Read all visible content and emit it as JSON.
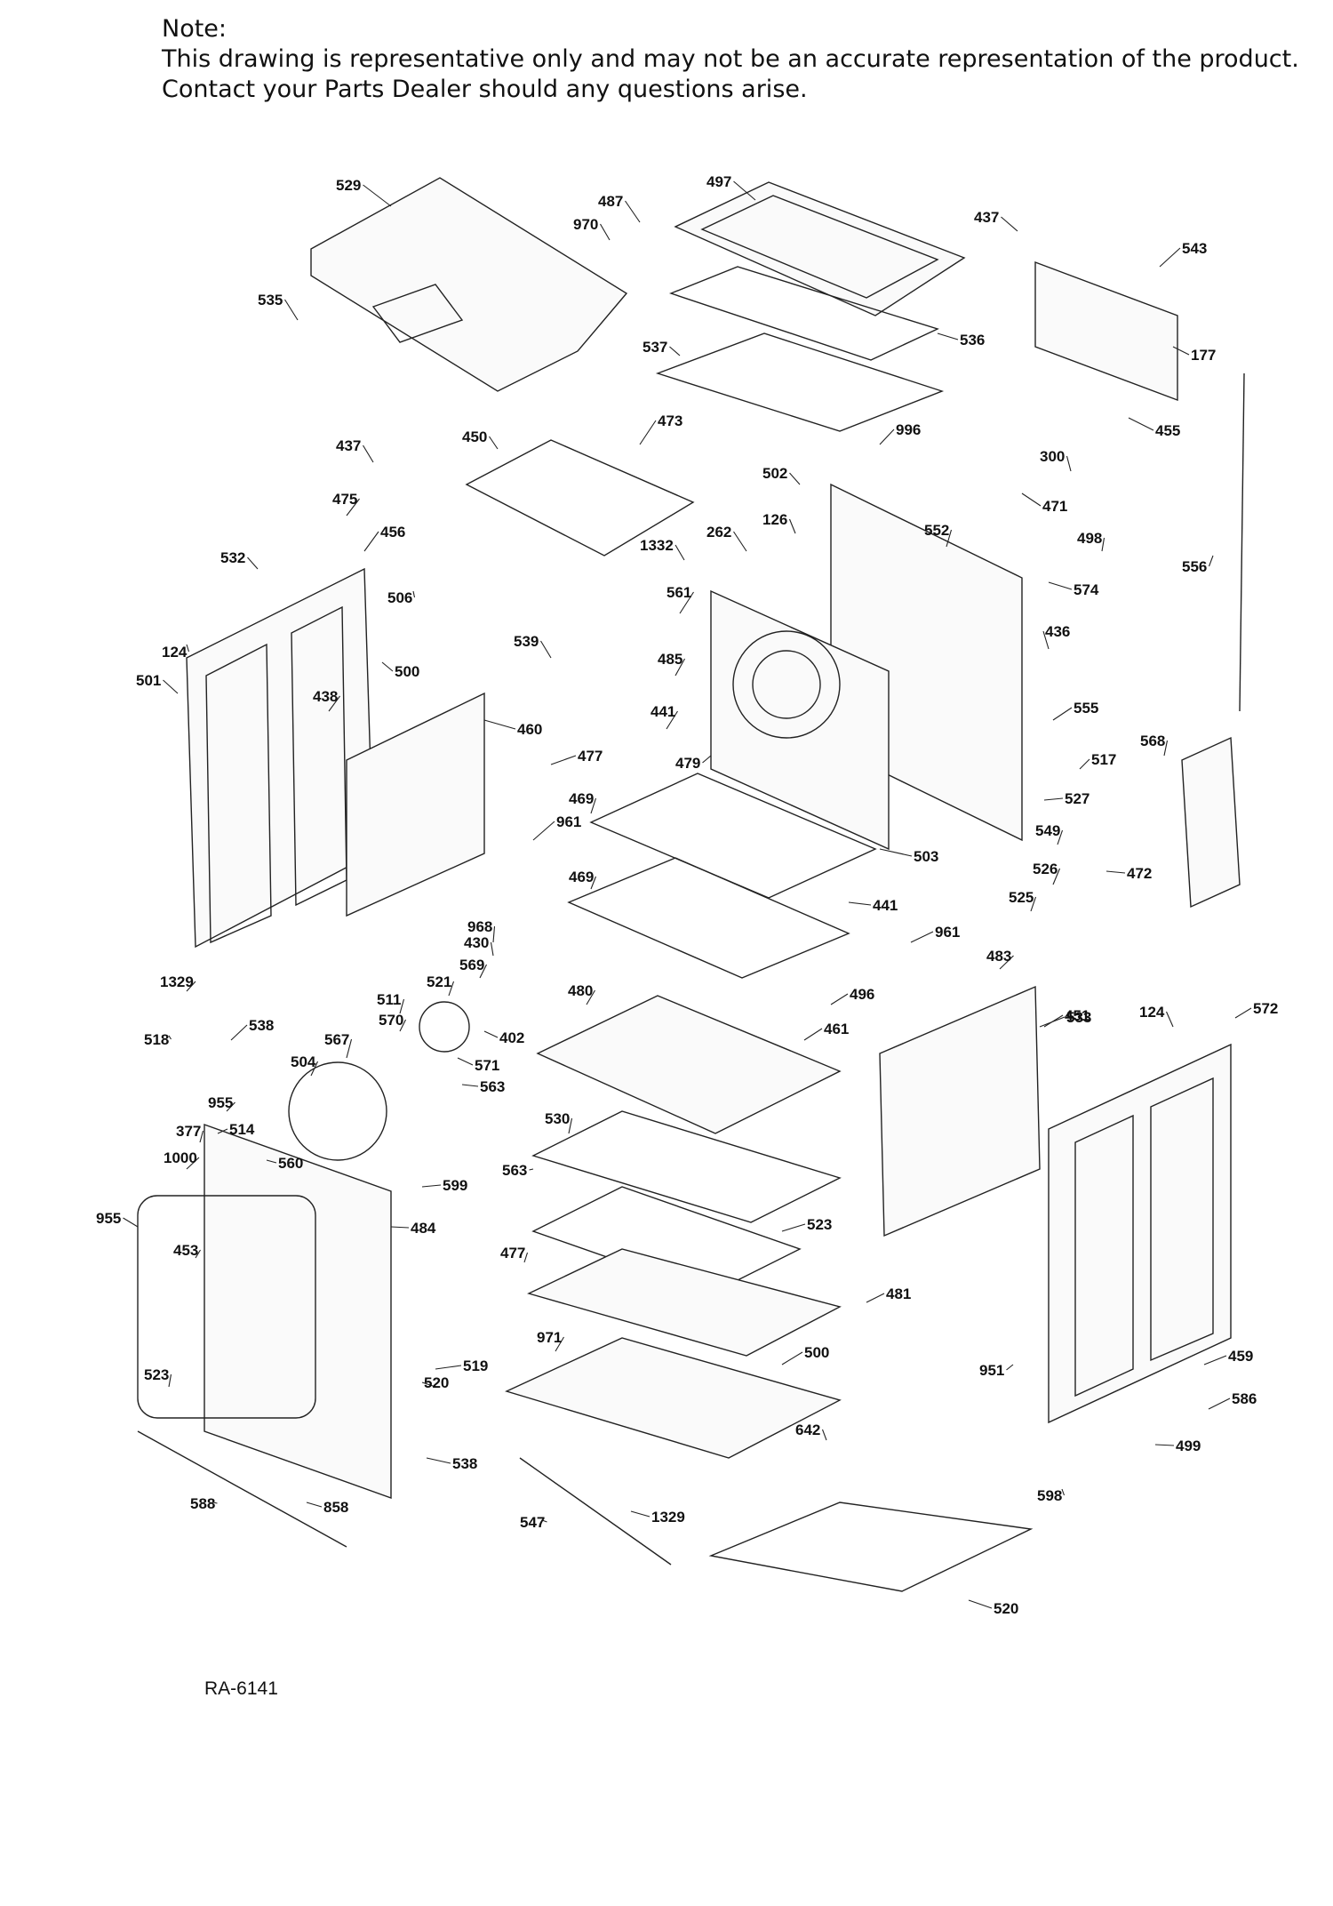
{
  "note": {
    "heading": "Note:",
    "line1": "This drawing is representative only and may not be an accurate representation of the product.",
    "line2": "Contact your Parts Dealer should any questions arise."
  },
  "diagram_code": "RA-6141",
  "callouts": [
    "529",
    "487",
    "970",
    "497",
    "437",
    "543",
    "535",
    "536",
    "537",
    "177",
    "455",
    "473",
    "450",
    "437",
    "996",
    "502",
    "300",
    "471",
    "475",
    "456",
    "532",
    "126",
    "552",
    "498",
    "262",
    "1332",
    "574",
    "556",
    "506",
    "561",
    "124",
    "501",
    "500",
    "438",
    "539",
    "485",
    "436",
    "555",
    "460",
    "441",
    "477",
    "479",
    "568",
    "517",
    "527",
    "961",
    "469",
    "503",
    "549",
    "472",
    "526",
    "469",
    "441",
    "961",
    "525",
    "968",
    "430",
    "569",
    "521",
    "483",
    "496",
    "1329",
    "511",
    "518",
    "538",
    "570",
    "402",
    "480",
    "451",
    "461",
    "533",
    "124",
    "572",
    "567",
    "504",
    "571",
    "563",
    "955",
    "514",
    "530",
    "377",
    "560",
    "1000",
    "563",
    "599",
    "955",
    "484",
    "523",
    "453",
    "477",
    "481",
    "971",
    "500",
    "951",
    "519",
    "459",
    "523",
    "520",
    "586",
    "642",
    "538",
    "499",
    "588",
    "858",
    "547",
    "1329",
    "598",
    "520"
  ]
}
